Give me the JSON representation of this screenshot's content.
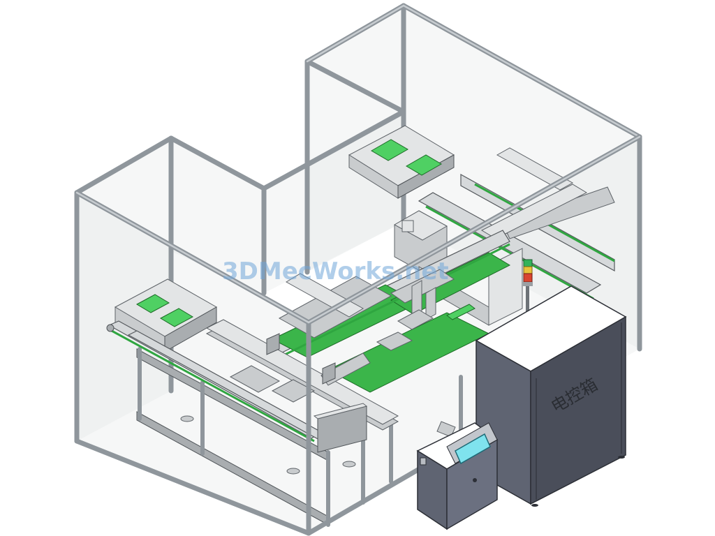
{
  "cabinet": {
    "label": "电控箱"
  },
  "watermark": {
    "text": "3DMecWorks.net"
  },
  "colors": {
    "frame": "#8f969c",
    "tray_green": "#3bb54a",
    "cabinet": "#5f6472",
    "screen": "#7fe3ee"
  },
  "tower_light": [
    "green",
    "yellow",
    "red"
  ]
}
